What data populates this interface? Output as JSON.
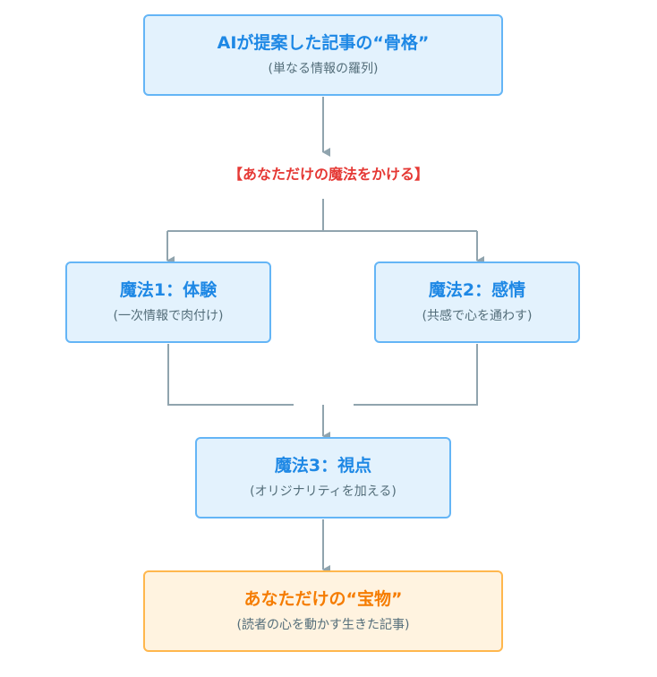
{
  "nodes": {
    "top": {
      "title": "AIが提案した記事の“骨格”",
      "sub": "(単なる情報の羅列)"
    },
    "magic_label": "【あなただけの魔法をかける】",
    "magic1": {
      "title": "魔法1：体験",
      "sub": "(一次情報で肉付け)"
    },
    "magic2": {
      "title": "魔法2：感情",
      "sub": "(共感で心を通わす)"
    },
    "magic3": {
      "title": "魔法3：視点",
      "sub": "(オリジナリティを加える)"
    },
    "final": {
      "title": "あなただけの“宝物”",
      "sub": "(読者の心を動かす生きた記事)"
    }
  },
  "colors": {
    "box_fill": "#e3f2fd",
    "box_border": "#64b5f6",
    "box_title": "#1e88e5",
    "final_fill": "#fff3e0",
    "final_border": "#ffb74d",
    "final_title": "#f57c00",
    "label": "#e53935",
    "connector": "#90a4ae"
  }
}
